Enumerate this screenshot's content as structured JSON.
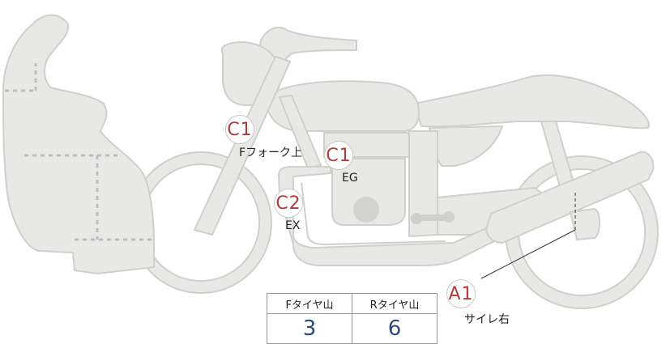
{
  "colors": {
    "body_fill": "#e8e8e6",
    "body_stroke": "#cfcfcc",
    "marker_text": "#b23b3b",
    "value_text": "#2c4a7c",
    "seam": "#bdbdbd"
  },
  "markers": {
    "c1_fork": {
      "label": "C1",
      "caption": "Fフォーク上"
    },
    "c1_engine": {
      "label": "C1",
      "caption": "EG"
    },
    "c2_exhaust": {
      "label": "C2",
      "caption": "EX"
    },
    "a1_muffler": {
      "label": "A1",
      "caption": "サイレ右"
    }
  },
  "tread_table": {
    "front_header": "Fタイヤ山",
    "rear_header": "Rタイヤ山",
    "front_value": "3",
    "rear_value": "6"
  }
}
